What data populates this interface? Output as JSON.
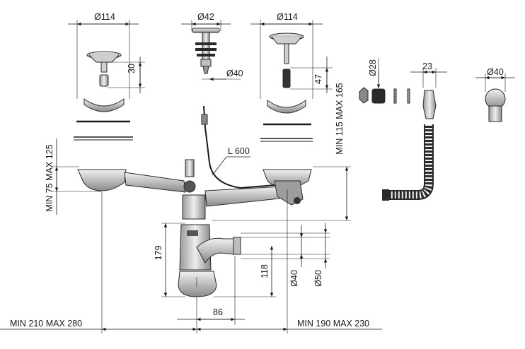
{
  "labels": {
    "d114_left": "Ø114",
    "d42": "Ø42",
    "d114_right": "Ø114",
    "h30": "30",
    "d40_stem": "Ø40",
    "h47": "47",
    "d28": "Ø28",
    "w23": "23",
    "d40_adapter": "Ø40",
    "l600": "L 600",
    "min115max165": "MIN 115 MAX 165",
    "min75max125": "MIN 75 MAX 125",
    "h179": "179",
    "h118": "118",
    "d40_outlet": "Ø40",
    "d50_outlet": "Ø50",
    "w86": "86",
    "min210max280": "MIN 210 MAX 280",
    "min190max230": "MIN 190 MAX 230"
  },
  "colors": {
    "line": "#1a1a1a",
    "part_fill": "#d9d9d9",
    "part_dark": "#3a3a3a",
    "background": "#ffffff"
  }
}
